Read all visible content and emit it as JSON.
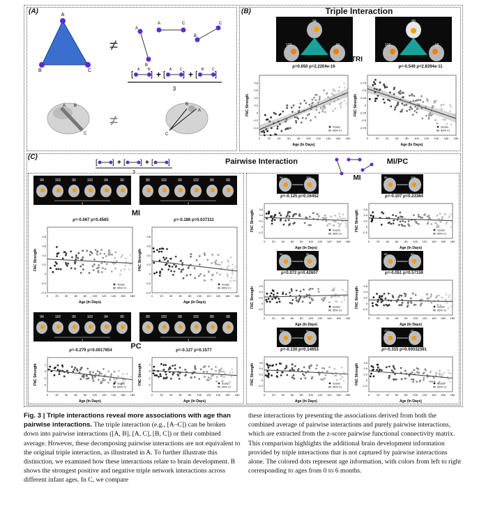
{
  "panelA": {
    "label": "(A)"
  },
  "panelB": {
    "label": "(B)",
    "title": "Triple Interaction",
    "side_label": "TRI",
    "brain1_labels": [
      "94",
      "102",
      "90"
    ],
    "brain2_labels": [
      "89",
      "102",
      "68"
    ],
    "plots": [
      {
        "stat": "ρ=0.650  p=2.2204e-16"
      },
      {
        "stat": "ρ=-0.549  p=2.8394e-11"
      }
    ]
  },
  "panelC": {
    "label": "(C)",
    "title": "Pairwise Interaction",
    "mi_pc_title": "MI/PC",
    "mi_label": "MI",
    "mi_right_label": "MI",
    "pc_label": "PC",
    "combo_denominator": "3",
    "mi_row_labels_left": [
      "94",
      "102",
      "90",
      "102",
      "94",
      "90"
    ],
    "mi_row_labels_right": [
      "89",
      "102",
      "68",
      "102",
      "89",
      "68"
    ],
    "left_plots": [
      {
        "stat": "ρ=-0.067  p=0.4565"
      },
      {
        "stat": "ρ=-0.186  p=0.037311"
      },
      {
        "stat": "ρ=-0.279  p=0.0017654"
      },
      {
        "stat": "ρ=-0.127  p=0.1577"
      }
    ],
    "right_plots": [
      {
        "stat": "ρ=-0.125  p=0.16452",
        "labels": [
          "94",
          "102"
        ]
      },
      {
        "stat": "ρ=-0.107  p=0.23364",
        "labels": [
          "89",
          "102"
        ]
      },
      {
        "stat": "ρ=0.072  p=0.42607",
        "labels": [
          "94",
          "90"
        ]
      },
      {
        "stat": "ρ=-0.051  p=0.57159",
        "labels": [
          "89",
          "68"
        ]
      },
      {
        "stat": "ρ=-0.130  p=0.14653",
        "labels": [
          "102",
          "90"
        ]
      },
      {
        "stat": "ρ=-0.315  p=0.00032391",
        "labels": [
          "102",
          "68"
        ]
      }
    ]
  },
  "axes": {
    "xlabel": "Age (In Days)",
    "ylabel": "FNC Strength",
    "legend_scans": "Scans",
    "legend_ci": "95% CI"
  },
  "diagram": {
    "nodes": [
      "A",
      "B",
      "C"
    ]
  },
  "caption": {
    "fig": "Fig. 3 | Triple interactions reveal more associations with age than pairwise interactions.",
    "left_body": "The triple interaction (e.g., [A–C]) can be broken down into pairwise interactions ([A, B], [A, C], [B, C]) or their combined average. However, these decomposing pairwise interactions are not equivalent to the original triple interaction, as illustrated in A. To further illustrate this distinction, we examined how these interactions relate to brain development. B shows the strongest positive and negative triple network interactions across different infant ages. In C, we compare",
    "right_body": "these interactions by presenting the associations derived from both the combined average of pairwise interactions and purely pairwise interactions, which are extracted from the z-score pairwise functional connectivity matrix. This comparison highlights the additional brain development information provided by triple interactions that is not captured by pairwise interactions alone. The colored dots represent age information, with colors from left to right corresponding to ages from 0 to 6 months."
  },
  "colors": {
    "triangle": "#3a6fd0",
    "node": "#5b2bd6",
    "teal": "#17a39a"
  }
}
